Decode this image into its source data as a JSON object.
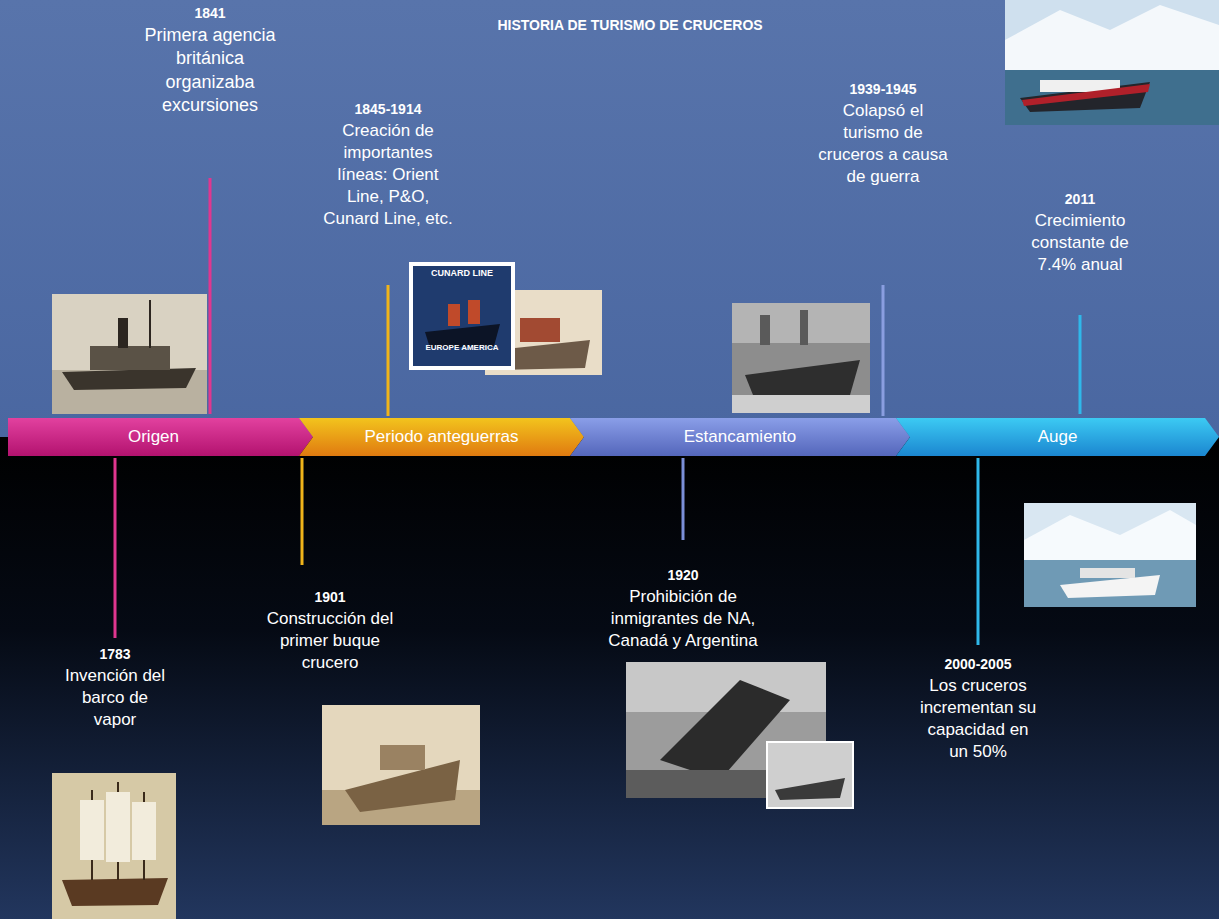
{
  "diagram": {
    "title": "HISTORIA DE TURISMO DE CRUCEROS",
    "nodes": [
      {
        "text": [
          "Origen"
        ]
      },
      {
        "text": [
          "Periodo anteguerras"
        ]
      },
      {
        "text": [
          "Estancamiento"
        ]
      },
      {
        "text": [
          "Auge"
        ]
      }
    ],
    "labels": [
      "1841",
      "Primera agencia británica organizaba excursiones",
      "1845-1914",
      "Creación de importantes líneas: Orient Line, P&O, Cunard Line, etc.",
      "CUNARD LINE",
      "EUROPE AMERICA",
      "1939-1945",
      "Colapsó el turismo de cruceros a causa de guerra",
      "2011",
      "Crecimiento constante de 7.4% anual",
      "1783",
      "Invención del barco de vapor",
      "1901",
      "Construcción del primer buque crucero",
      "1920",
      "Prohibición de inmigrantes de NA, Canadá y Argentina",
      "2000-2005",
      "Los cruceros incrementan su capacidad en un 50%"
    ]
  }
}
